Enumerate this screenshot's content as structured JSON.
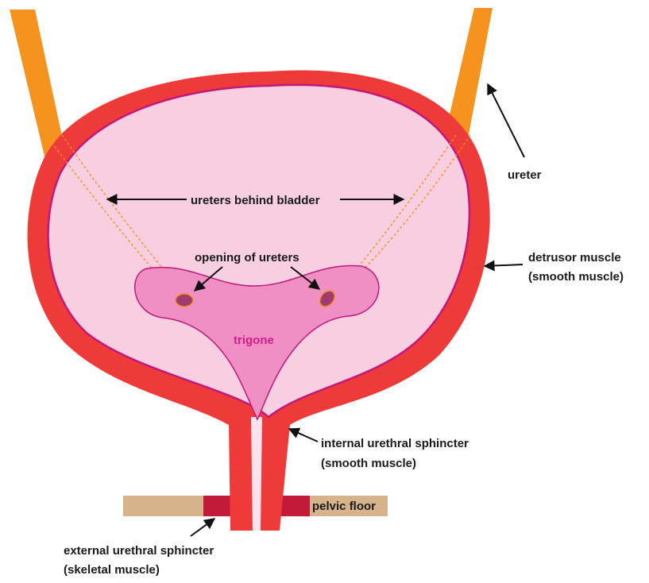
{
  "labels": {
    "ureter": "ureter",
    "ureters_behind": "ureters behind bladder",
    "opening": "opening of ureters",
    "detrusor_1": "detrusor muscle",
    "detrusor_2": "(smooth muscle)",
    "trigone": "trigone",
    "internal_1": "internal urethral sphincter",
    "internal_2": "(smooth muscle)",
    "pelvic_floor": "pelvic floor",
    "external_1": "external urethral sphincter",
    "external_2": "(skeletal muscle)"
  },
  "colors": {
    "bladder_wall": "#ee3a38",
    "bladder_inner": "#f7cfe0",
    "bladder_lining": "#c2187e",
    "ureter": "#f6931f",
    "ureter_hidden": "#f6931f",
    "trigone": "#ef8fc3",
    "trigone_outline": "#c2187e",
    "ureter_opening": "#a13a6e",
    "pelvic_floor": "#d7b38c",
    "external_sphincter": "#c41a3a",
    "urethra_lumen": "#fbe3ee",
    "label_text": "#1a1a1a",
    "trigone_text": "#d81b8c"
  }
}
